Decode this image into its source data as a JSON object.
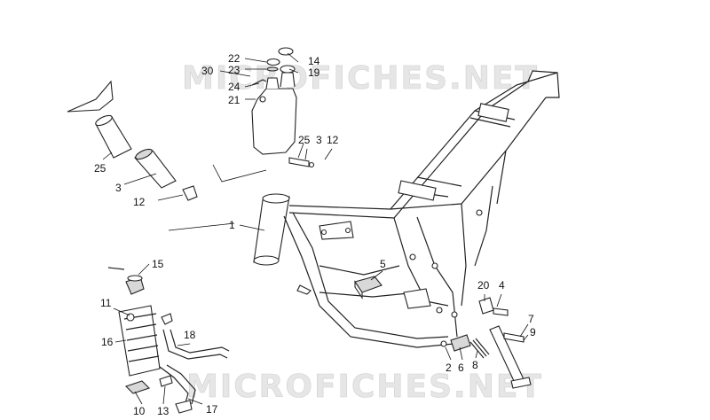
{
  "watermarks": [
    "MICROFICHES.NET",
    "MICROFICHES.NET"
  ],
  "callouts": {
    "c1": "1",
    "c2": "2",
    "c3a": "3",
    "c3b": "3",
    "c4": "4",
    "c5": "5",
    "c6": "6",
    "c7": "7",
    "c8": "8",
    "c9": "9",
    "c10": "10",
    "c11": "11",
    "c12a": "12",
    "c12b": "12",
    "c13": "13",
    "c14": "14",
    "c15": "15",
    "c16": "16",
    "c17": "17",
    "c18": "18",
    "c19": "19",
    "c20": "20",
    "c21": "21",
    "c22": "22",
    "c23": "23",
    "c24": "24",
    "c25a": "25",
    "c25b": "25",
    "c30": "30"
  }
}
